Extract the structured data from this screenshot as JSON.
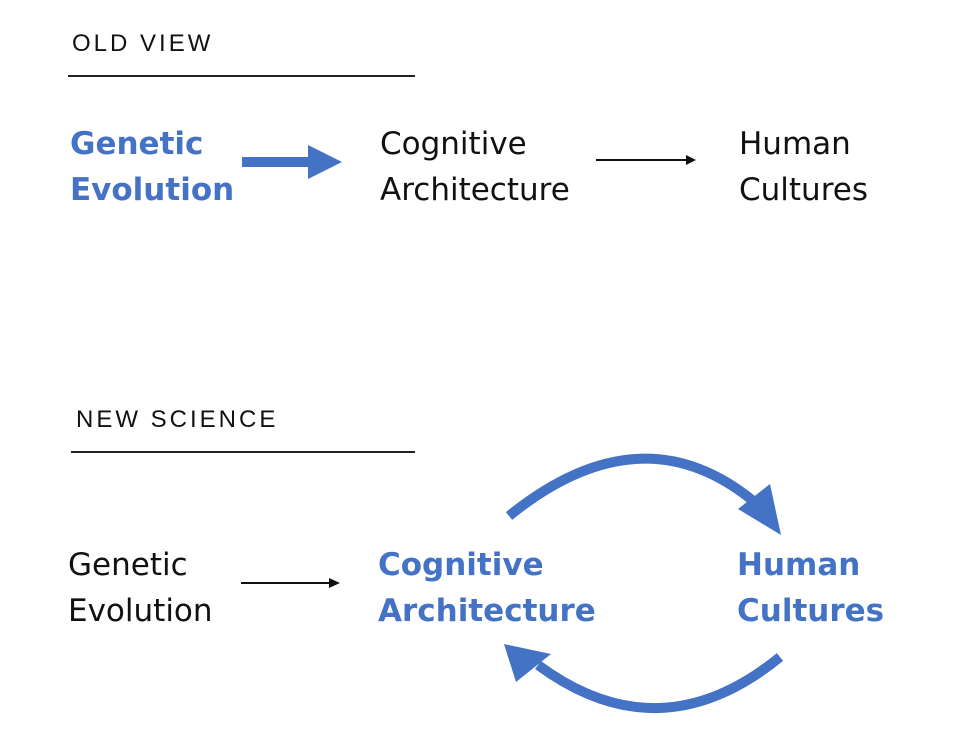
{
  "old_view": {
    "heading": "OLD VIEW",
    "nodes": [
      {
        "lines": [
          "Genetic",
          "Evolution"
        ],
        "highlighted": true
      },
      {
        "lines": [
          "Cognitive",
          "Architecture"
        ],
        "highlighted": false
      },
      {
        "lines": [
          "Human",
          "Cultures"
        ],
        "highlighted": false
      }
    ]
  },
  "new_science": {
    "heading": "NEW SCIENCE",
    "nodes": [
      {
        "lines": [
          "Genetic",
          "Evolution"
        ],
        "highlighted": false
      },
      {
        "lines": [
          "Cognitive",
          "Architecture"
        ],
        "highlighted": true
      },
      {
        "lines": [
          "Human",
          "Cultures"
        ],
        "highlighted": true
      }
    ]
  },
  "colors": {
    "accent": "#4472c4",
    "text": "#111111",
    "rule": "#222222"
  }
}
